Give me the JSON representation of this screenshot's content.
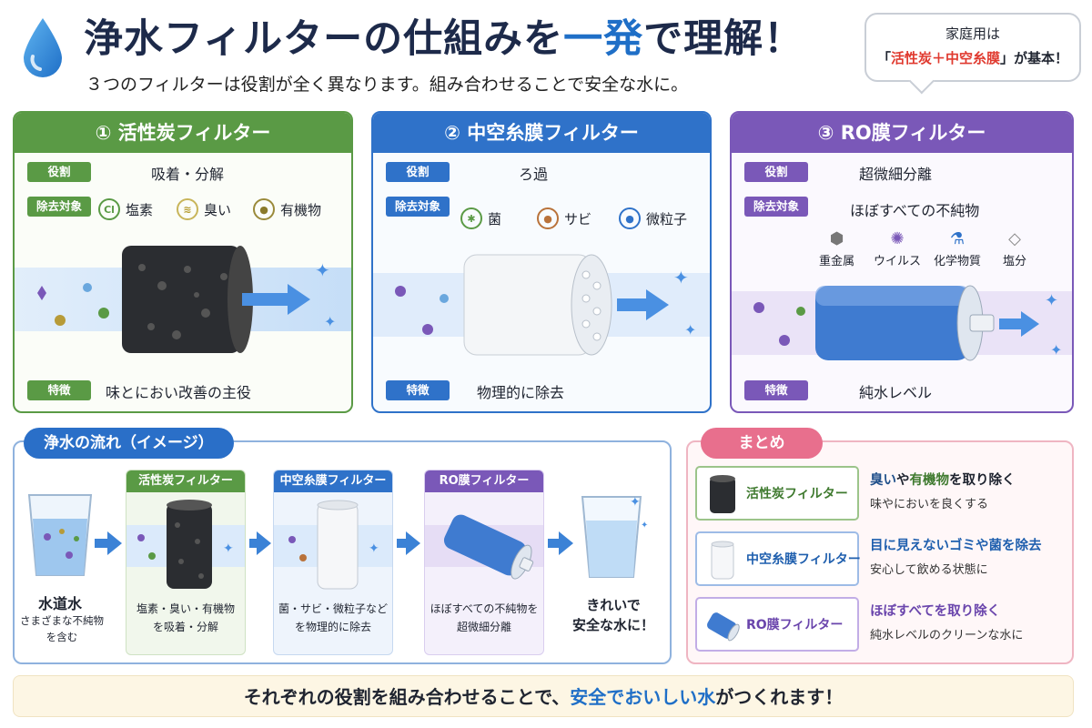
{
  "header": {
    "title_a": "浄水フィルターの仕組みを",
    "title_b": "一発",
    "title_c": "で理解！",
    "subtitle": "３つのフィルターは役割が全く異なります。組み合わせることで安全な水に。",
    "bubble_line1": "家庭用は",
    "bubble_q1": "「",
    "bubble_red": "活性炭＋中空糸膜",
    "bubble_q2": "」が基本！"
  },
  "cards": [
    {
      "title": "① 活性炭フィルター",
      "role_tag": "役割",
      "role": "吸着・分解",
      "target_tag": "除去対象",
      "targets": [
        {
          "icon": "chlorine-icon",
          "glyph": "Cl",
          "label": "塩素"
        },
        {
          "icon": "odor-icon",
          "glyph": "≋",
          "label": "臭い"
        },
        {
          "icon": "organic-icon",
          "glyph": "●",
          "label": "有機物"
        }
      ],
      "feature_tag": "特徴",
      "feature": "味とにおい改善の主役"
    },
    {
      "title": "② 中空糸膜フィルター",
      "role_tag": "役割",
      "role": "ろ過",
      "target_tag": "除去対象",
      "targets": [
        {
          "icon": "bacteria-icon",
          "glyph": "✱",
          "label": "菌"
        },
        {
          "icon": "rust-icon",
          "glyph": "●",
          "label": "サビ"
        },
        {
          "icon": "particle-icon",
          "glyph": "●",
          "label": "微粒子"
        }
      ],
      "feature_tag": "特徴",
      "feature": "物理的に除去"
    },
    {
      "title": "③ RO膜フィルター",
      "role_tag": "役割",
      "role": "超微細分離",
      "target_tag": "除去対象",
      "target_text": "ほぼすべての不純物",
      "targets": [
        {
          "icon": "heavy-metal-icon",
          "glyph": "⬢",
          "label": "重金属"
        },
        {
          "icon": "virus-icon",
          "glyph": "✺",
          "label": "ウイルス"
        },
        {
          "icon": "chemical-icon",
          "glyph": "⚗",
          "label": "化学物質"
        },
        {
          "icon": "salt-icon",
          "glyph": "◇",
          "label": "塩分"
        }
      ],
      "feature_tag": "特徴",
      "feature": "純水レベル"
    }
  ],
  "flow": {
    "label": "浄水の流れ（イメージ）",
    "tap_title": "水道水",
    "tap_desc1": "さまざまな不純物",
    "tap_desc2": "を含む",
    "stages": [
      {
        "title": "活性炭フィルター",
        "cap1": "塩素・臭い・有機物",
        "cap2": "を吸着・分解"
      },
      {
        "title": "中空糸膜フィルター",
        "cap1": "菌・サビ・微粒子など",
        "cap2": "を物理的に除去"
      },
      {
        "title": "RO膜フィルター",
        "cap1": "ほぼすべての不純物を",
        "cap2": "超微細分離"
      }
    ],
    "clean1": "きれいで",
    "clean2": "安全な水に！"
  },
  "summary": {
    "label": "まとめ",
    "rows": [
      {
        "name": "活性炭フィルター",
        "a1": "臭い",
        "a2": "や",
        "a3": "有機物",
        "a4": "を取り除く",
        "b": "味やにおいを良くする"
      },
      {
        "name": "中空糸膜フィルター",
        "a1": "目に見えないゴミや菌を除去",
        "b": "安心して飲める状態に"
      },
      {
        "name": "RO膜フィルター",
        "a1": "ほぼすべてを取り除く",
        "b": "純水レベルのクリーンな水に"
      }
    ]
  },
  "footer": {
    "a": "それぞれの役割を組み合わせることで、",
    "b": "安全でおいしい水",
    "c": "がつくれます！"
  },
  "colors": {
    "green": "#5a9a45",
    "blue": "#2f72c9",
    "purple": "#7a58b8",
    "pink": "#e86f8d"
  }
}
